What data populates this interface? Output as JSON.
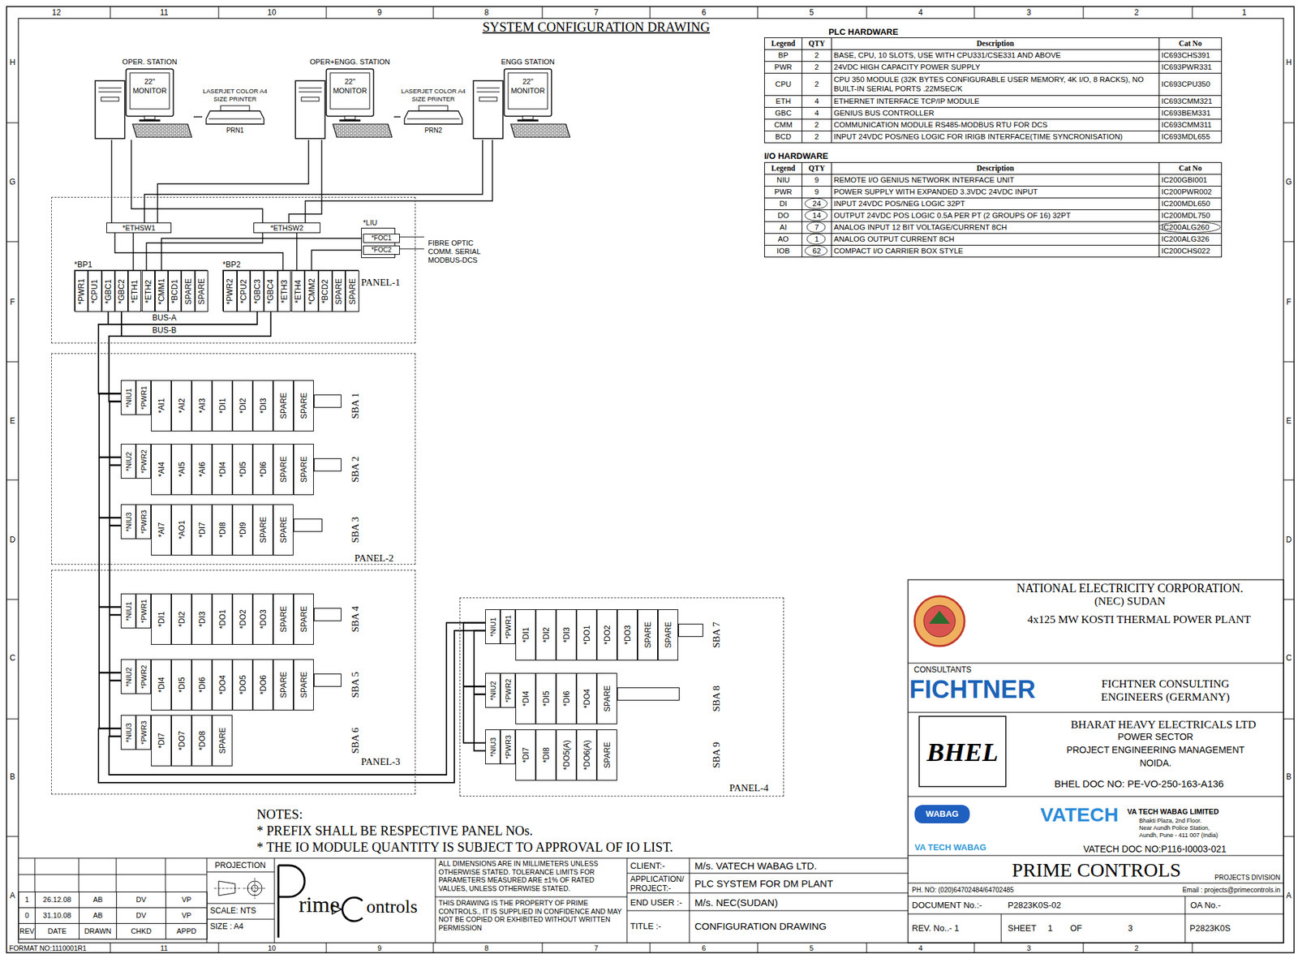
{
  "diagram": {
    "title": "SYSTEM CONFIGURATION DRAWING",
    "nodes": [
      {
        "text": [
          "OPER. STATION",
          "22\" MONITOR"
        ]
      },
      {
        "text": [
          "LASERJET COLOR A4 SIZE PRINTER",
          "PRN1"
        ]
      },
      {
        "text": [
          "OPER+ENGG. STATION",
          "22\" MONITOR"
        ]
      },
      {
        "text": [
          "LASERJET COLOR A4 SIZE PRINTER",
          "PRN2"
        ]
      },
      {
        "text": [
          "ENGG STATION",
          "22\" MONITOR"
        ]
      },
      {
        "text": [
          "PANEL-1"
        ]
      },
      {
        "text": [
          "*ETHSW1"
        ],
        "in": 5
      },
      {
        "text": [
          "*ETHSW2"
        ],
        "in": 5
      },
      {
        "text": [
          "*LIU"
        ],
        "in": 5
      },
      {
        "text": [
          "*FOC1"
        ],
        "in": 8
      },
      {
        "text": [
          "*FOC2"
        ],
        "in": 8
      },
      {
        "text": [
          "*BP1"
        ],
        "in": 5
      },
      {
        "text": [
          "*PWR1"
        ],
        "in": 11
      },
      {
        "text": [
          "*CPU1"
        ],
        "in": 11
      },
      {
        "text": [
          "*GBC1"
        ],
        "in": 11
      },
      {
        "text": [
          "*GBC2"
        ],
        "in": 11
      },
      {
        "text": [
          "*ETH1"
        ],
        "in": 11
      },
      {
        "text": [
          "*ETH2"
        ],
        "in": 11
      },
      {
        "text": [
          "*CMM1"
        ],
        "in": 11
      },
      {
        "text": [
          "*BCD1"
        ],
        "in": 11
      },
      {
        "text": [
          "SPARE"
        ],
        "in": 11
      },
      {
        "text": [
          "SPARE"
        ],
        "in": 11
      },
      {
        "text": [
          "*BP2"
        ],
        "in": 5
      },
      {
        "text": [
          "*PWR2"
        ],
        "in": 22
      },
      {
        "text": [
          "*CPU2"
        ],
        "in": 22
      },
      {
        "text": [
          "*GBC3"
        ],
        "in": 22
      },
      {
        "text": [
          "*GBC4"
        ],
        "in": 22
      },
      {
        "text": [
          "*ETH3"
        ],
        "in": 22
      },
      {
        "text": [
          "*ETH4"
        ],
        "in": 22
      },
      {
        "text": [
          "*CMM2"
        ],
        "in": 22
      },
      {
        "text": [
          "*BCD2"
        ],
        "in": 22
      },
      {
        "text": [
          "SPARE"
        ],
        "in": 22
      },
      {
        "text": [
          "SPARE"
        ],
        "in": 22
      },
      {
        "text": [
          "PANEL-2"
        ]
      },
      {
        "text": [
          "SBA 1"
        ],
        "in": 33
      },
      {
        "text": [
          "*NIU1"
        ],
        "in": 34
      },
      {
        "text": [
          "*PWR1"
        ],
        "in": 34
      },
      {
        "text": [
          "*AI1"
        ],
        "in": 34
      },
      {
        "text": [
          "*AI2"
        ],
        "in": 34
      },
      {
        "text": [
          "*AI3"
        ],
        "in": 34
      },
      {
        "text": [
          "*DI1"
        ],
        "in": 34
      },
      {
        "text": [
          "*DI2"
        ],
        "in": 34
      },
      {
        "text": [
          "*DI3"
        ],
        "in": 34
      },
      {
        "text": [
          "SPARE"
        ],
        "in": 34
      },
      {
        "text": [
          "SPARE"
        ],
        "in": 34
      },
      {
        "text": [
          "SBA 2"
        ],
        "in": 33
      },
      {
        "text": [
          "*NIU2"
        ],
        "in": 45
      },
      {
        "text": [
          "*PWR2"
        ],
        "in": 45
      },
      {
        "text": [
          "*AI4"
        ],
        "in": 45
      },
      {
        "text": [
          "*AI5"
        ],
        "in": 45
      },
      {
        "text": [
          "*AI6"
        ],
        "in": 45
      },
      {
        "text": [
          "*DI4"
        ],
        "in": 45
      },
      {
        "text": [
          "*DI5"
        ],
        "in": 45
      },
      {
        "text": [
          "*DI6"
        ],
        "in": 45
      },
      {
        "text": [
          "SPARE"
        ],
        "in": 45
      },
      {
        "text": [
          "SPARE"
        ],
        "in": 45
      },
      {
        "text": [
          "SBA 3"
        ],
        "in": 33
      },
      {
        "text": [
          "*NIU3"
        ],
        "in": 56
      },
      {
        "text": [
          "*PWR3"
        ],
        "in": 56
      },
      {
        "text": [
          "*AI7"
        ],
        "in": 56
      },
      {
        "text": [
          "*AO1"
        ],
        "in": 56
      },
      {
        "text": [
          "*DI7"
        ],
        "in": 56
      },
      {
        "text": [
          "*DI8"
        ],
        "in": 56
      },
      {
        "text": [
          "*DI9"
        ],
        "in": 56
      },
      {
        "text": [
          "SPARE"
        ],
        "in": 56
      },
      {
        "text": [
          "SPARE"
        ],
        "in": 56
      },
      {
        "text": [
          "PANEL-3"
        ]
      },
      {
        "text": [
          "SBA 4"
        ],
        "in": 66
      },
      {
        "text": [
          "*NIU1"
        ],
        "in": 67
      },
      {
        "text": [
          "*PWR1"
        ],
        "in": 67
      },
      {
        "text": [
          "*DI1"
        ],
        "in": 67
      },
      {
        "text": [
          "*DI2"
        ],
        "in": 67
      },
      {
        "text": [
          "*DI3"
        ],
        "in": 67
      },
      {
        "text": [
          "*DO1"
        ],
        "in": 67
      },
      {
        "text": [
          "*DO2"
        ],
        "in": 67
      },
      {
        "text": [
          "*DO3"
        ],
        "in": 67
      },
      {
        "text": [
          "SPARE"
        ],
        "in": 67
      },
      {
        "text": [
          "SPARE"
        ],
        "in": 67
      },
      {
        "text": [
          "SBA 5"
        ],
        "in": 66
      },
      {
        "text": [
          "*NIU2"
        ],
        "in": 78
      },
      {
        "text": [
          "*PWR2"
        ],
        "in": 78
      },
      {
        "text": [
          "*DI4"
        ],
        "in": 78
      },
      {
        "text": [
          "*DI5"
        ],
        "in": 78
      },
      {
        "text": [
          "*DI6"
        ],
        "in": 78
      },
      {
        "text": [
          "*DO4"
        ],
        "in": 78
      },
      {
        "text": [
          "*DO5"
        ],
        "in": 78
      },
      {
        "text": [
          "*DO6"
        ],
        "in": 78
      },
      {
        "text": [
          "SPARE"
        ],
        "in": 78
      },
      {
        "text": [
          "SPARE"
        ],
        "in": 78
      },
      {
        "text": [
          "SBA 6"
        ],
        "in": 66
      },
      {
        "text": [
          "*NIU3"
        ],
        "in": 89
      },
      {
        "text": [
          "*PWR3"
        ],
        "in": 89
      },
      {
        "text": [
          "*DI7"
        ],
        "in": 89
      },
      {
        "text": [
          "*DO7"
        ],
        "in": 89
      },
      {
        "text": [
          "*DO8"
        ],
        "in": 89
      },
      {
        "text": [
          "SPARE"
        ],
        "in": 89
      },
      {
        "text": [
          "PANEL-4"
        ]
      },
      {
        "text": [
          "SBA 7"
        ],
        "in": 96
      },
      {
        "text": [
          "*NIU1"
        ],
        "in": 97
      },
      {
        "text": [
          "*PWR1"
        ],
        "in": 97
      },
      {
        "text": [
          "*DI1"
        ],
        "in": 97
      },
      {
        "text": [
          "*DI2"
        ],
        "in": 97
      },
      {
        "text": [
          "*DI3"
        ],
        "in": 97
      },
      {
        "text": [
          "*DO1"
        ],
        "in": 97
      },
      {
        "text": [
          "*DO2"
        ],
        "in": 97
      },
      {
        "text": [
          "*DO3"
        ],
        "in": 97
      },
      {
        "text": [
          "SPARE"
        ],
        "in": 97
      },
      {
        "text": [
          "SPARE"
        ],
        "in": 97
      },
      {
        "text": [
          "SBA 8"
        ],
        "in": 96
      },
      {
        "text": [
          "*NIU2"
        ],
        "in": 108
      },
      {
        "text": [
          "*PWR2"
        ],
        "in": 108
      },
      {
        "text": [
          "*DI4"
        ],
        "in": 108
      },
      {
        "text": [
          "*DI5"
        ],
        "in": 108
      },
      {
        "text": [
          "*DI6"
        ],
        "in": 108
      },
      {
        "text": [
          "*DO4"
        ],
        "in": 108
      },
      {
        "text": [
          "SPARE"
        ],
        "in": 108
      },
      {
        "text": [
          "SBA 9"
        ],
        "in": 96
      },
      {
        "text": [
          "*NIU3"
        ],
        "in": 116
      },
      {
        "text": [
          "*PWR3"
        ],
        "in": 116
      },
      {
        "text": [
          "*DI7"
        ],
        "in": 116
      },
      {
        "text": [
          "*DI8"
        ],
        "in": 116
      },
      {
        "text": [
          "*DO5(A)"
        ],
        "in": 116
      },
      {
        "text": [
          "*DO6(A)"
        ],
        "in": 116
      },
      {
        "text": [
          "SPARE"
        ],
        "in": 116
      }
    ],
    "edges": [
      {
        "from": 0,
        "to": 6,
        "arrow": "none"
      },
      {
        "from": 0,
        "to": 7,
        "arrow": "none"
      },
      {
        "from": 2,
        "to": 6,
        "arrow": "none"
      },
      {
        "from": 2,
        "to": 7,
        "arrow": "none"
      },
      {
        "from": 4,
        "to": 6,
        "arrow": "none"
      },
      {
        "from": 4,
        "to": 7,
        "arrow": "none"
      },
      {
        "from": 1,
        "to": 0,
        "arrow": "none"
      },
      {
        "from": 3,
        "to": 2,
        "arrow": "none"
      },
      {
        "from": 6,
        "to": 16,
        "arrow": "none"
      },
      {
        "from": 6,
        "to": 27,
        "arrow": "none"
      },
      {
        "from": 7,
        "to": 17,
        "arrow": "none"
      },
      {
        "from": 7,
        "to": 28,
        "arrow": "none"
      },
      {
        "from": 18,
        "to": 9,
        "arrow": "none"
      },
      {
        "from": 29,
        "to": 10,
        "arrow": "none"
      },
      {
        "from": 14,
        "to": 35,
        "arrow": "none"
      },
      {
        "from": 15,
        "to": 35,
        "arrow": "none"
      },
      {
        "from": 25,
        "to": 35,
        "arrow": "none"
      },
      {
        "from": 26,
        "to": 35,
        "arrow": "none"
      },
      {
        "from": 35,
        "to": 46,
        "arrow": "none"
      },
      {
        "from": 46,
        "to": 57,
        "arrow": "none"
      },
      {
        "from": 57,
        "to": 68,
        "arrow": "none"
      },
      {
        "from": 68,
        "to": 79,
        "arrow": "none"
      },
      {
        "from": 79,
        "to": 90,
        "arrow": "none"
      },
      {
        "from": 90,
        "to": 98,
        "arrow": "none"
      },
      {
        "from": 98,
        "to": 109,
        "arrow": "none"
      },
      {
        "from": 109,
        "to": 117,
        "arrow": "none"
      }
    ],
    "labels": [
      "12",
      "11",
      "10",
      "9",
      "8",
      "7",
      "6",
      "5",
      "4",
      "3",
      "2",
      "1",
      "H",
      "G",
      "F",
      "E",
      "D",
      "C",
      "B",
      "A",
      "H",
      "G",
      "F",
      "E",
      "D",
      "C",
      "B",
      "A",
      "FORMAT NO:1110001R1",
      "11",
      "10",
      "9",
      "8",
      "7",
      "6",
      "5",
      "4",
      "3",
      "2",
      "PLC HARDWARE",
      "Legend",
      "QTY",
      "Description",
      "Cat No",
      "BP",
      "2",
      "BASE, CPU, 10 SLOTS, USE WITH CPU331/CSE331 AND ABOVE",
      "IC693CHS391",
      "PWR",
      "2",
      "24VDC HIGH CAPACITY POWER SUPPLY",
      "IC693PWR331",
      "CPU",
      "2",
      "CPU 350 MODULE (32K BYTES CONFIGURABLE USER MEMORY, 4K I/O, 8 RACKS), NO BUILT-IN SERIAL PORTS .22MSEC/K",
      "IC693CPU350",
      "ETH",
      "4",
      "ETHERNET INTERFACE TCP/IP MODULE",
      "IC693CMM321",
      "GBC",
      "4",
      "GENIUS BUS CONTROLLER",
      "IC693BEM331",
      "CMM",
      "2",
      "COMMUNICATION MODULE RS485-MODBUS RTU FOR DCS",
      "IC693CMM311",
      "BCD",
      "2",
      "INPUT 24VDC POS/NEG LOGIC FOR IRIGB INTERFACE(TIME SYNCRONISATION)",
      "IC693MDL655",
      "I/O HARDWARE",
      "Legend",
      "QTY",
      "Description",
      "Cat No",
      "NIU",
      "9",
      "REMOTE I/O GENIUS NETWORK INTERFACE UNIT",
      "IC200GBI001",
      "PWR",
      "9",
      "POWER SUPPLY WITH EXPANDED 3.3VDC 24VDC INPUT",
      "IC200PWR002",
      "DI",
      "24",
      "INPUT 24VDC POS/NEG LOGIC 32PT",
      "IC200MDL650",
      "DO",
      "14",
      "OUTPUT 24VDC POS LOGIC 0.5A PER PT (2 GROUPS OF 16) 32PT",
      "IC200MDL750",
      "AI",
      "7",
      "ANALOG INPUT 12 BIT VOLTAGE/CURRENT 8CH",
      "IC200ALG260",
      "AO",
      "1",
      "ANALOG OUTPUT CURRENT 8CH",
      "IC200ALG326",
      "IOB",
      "62",
      "COMPACT I/O CARRIER BOX STYLE",
      "IC200CHS022",
      "FIBRE OPTIC COMM. SERIAL MODBUS-DCS",
      "BUS-A",
      "BUS-B",
      "NOTES:",
      "* PREFIX SHALL BE RESPECTIVE PANEL NOs.",
      "* THE IO MODULE QUANTITY IS SUBJECT TO APPROVAL OF IO LIST.",
      "NATIONAL ELECTRICITY CORPORATION.",
      "(NEC) SUDAN",
      "4x125 MW KOSTI THERMAL POWER PLANT",
      "CONSULTANTS",
      "FICHTNER",
      "FICHTNER CONSULTING ENGINEERS (GERMANY)",
      "BHEL",
      "BHARAT HEAVY ELECTRICALS LTD",
      "POWER SECTOR",
      "PROJECT ENGINEERING MANAGEMENT",
      "NOIDA.",
      "BHEL DOC NO: PE-VO-250-163-A136",
      "WABAG",
      "VATECH",
      "VA TECH WABAG LIMITED",
      "Bhakti Plaza, 2nd Floor.",
      "Near Aundh Police Station,",
      "Aundh, Pune - 411 007 (India)",
      "VA TECH WABAG",
      "VATECH DOC NO:P116-I0003-021",
      "PRIME CONTROLS",
      "PROJECTS DIVISION",
      "PH. NO: (020)64702484/64702485",
      "Email : projects@primecontrols.in",
      "DOCUMENT No.:-",
      "P2823K0S-02",
      "OA No.-",
      "REV. No..- 1",
      "SHEET",
      "1",
      "OF",
      "3",
      "P2823K0S",
      "1",
      "26.12.08",
      "AB",
      "DV",
      "VP",
      "0",
      "31.10.08",
      "AB",
      "DV",
      "VP",
      "REV",
      "DATE",
      "DRAWN",
      "CHKD",
      "APPD",
      "PROJECTION",
      "SCALE: NTS",
      "SIZE : A4",
      "rime",
      "ontrols",
      "ALL DIMENSIONS ARE IN MILLIMETERS UNLESS OTHERWISE STATED. TOLERANCE LIMITS FOR PARAMETERS MEASURED ARE ±1% OF RATED VALUES, UNLESS OTHERWISE STATED.",
      "THIS DRAWING IS THE PROPERTY OF PRIME CONTROLS., IT IS SUPPLIED IN CONFIDENCE AND MAY NOT BE COPIED OR EXHIBITED WITHOUT WRITTEN PERMISSION",
      "CLIENT:-",
      "M/s. VATECH WABAG LTD.",
      "APPLICATION/ PROJECT:-",
      "PLC SYSTEM FOR DM PLANT",
      "END USER :-",
      "M/s. NEC(SUDAN)",
      "TITLE :-",
      "CONFIGURATION DRAWING"
    ]
  }
}
